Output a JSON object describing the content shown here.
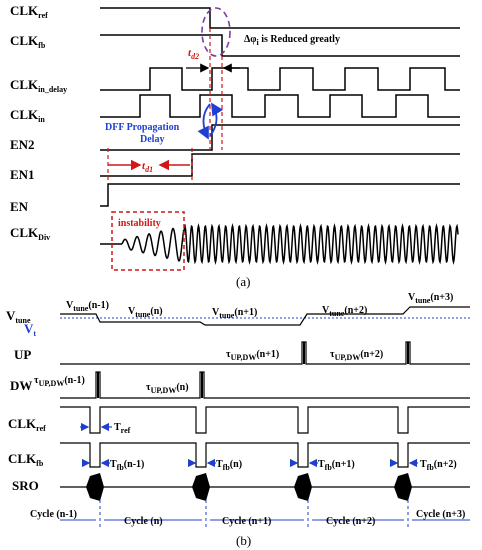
{
  "top": {
    "labels": {
      "clk_ref": "CLK",
      "clk_ref_sub": "ref",
      "clk_fb": "CLK",
      "clk_fb_sub": "fb",
      "clk_in_delay": "CLK",
      "clk_in_delay_sub": "in_delay",
      "clk_in": "CLK",
      "clk_in_sub": "in",
      "en2": "EN2",
      "en1": "EN1",
      "en": "EN",
      "clk_div": "CLK",
      "clk_div_sub": "Div"
    },
    "annotations": {
      "phase_text": "Δφ",
      "phase_sub": "i",
      "phase_rest": " is Reduced greatly",
      "td2": "t",
      "td2_sub": "d2",
      "td1": "t",
      "td1_sub": "d1",
      "dff_line1": "DFF Propagation",
      "dff_line2": "Delay",
      "instability": "instability"
    },
    "caption": "(a)"
  },
  "bottom": {
    "labels": {
      "vtune": "V",
      "vtune_sub": "tune",
      "vt": "V",
      "vt_sub": "t",
      "up": "UP",
      "dw": "DW",
      "clk_ref": "CLK",
      "clk_ref_sub": "ref",
      "clk_fb": "CLK",
      "clk_fb_sub": "fb",
      "sro": "SRO"
    },
    "vtune_segments": [
      "(n-1)",
      "(n)",
      "(n+1)",
      "(n+2)",
      "(n+3)"
    ],
    "tau_labels": {
      "up_n1": "(n+1)",
      "up_n2": "(n+2)",
      "dw_n_1": "(n-1)",
      "dw_n": "(n)"
    },
    "tref": "T",
    "tref_sub": "ref",
    "tfb_labels": [
      "(n-1)",
      "(n)",
      "(n+1)",
      "(n+2)"
    ],
    "cycles": [
      "Cycle (n-1)",
      "Cycle (n)",
      "Cycle (n+1)",
      "Cycle (n+2)",
      "Cycle (n+3)"
    ],
    "caption": "(b)"
  },
  "colors": {
    "blue": "#1f3fd0",
    "red": "#d01818",
    "purple": "#7a3fa0"
  }
}
